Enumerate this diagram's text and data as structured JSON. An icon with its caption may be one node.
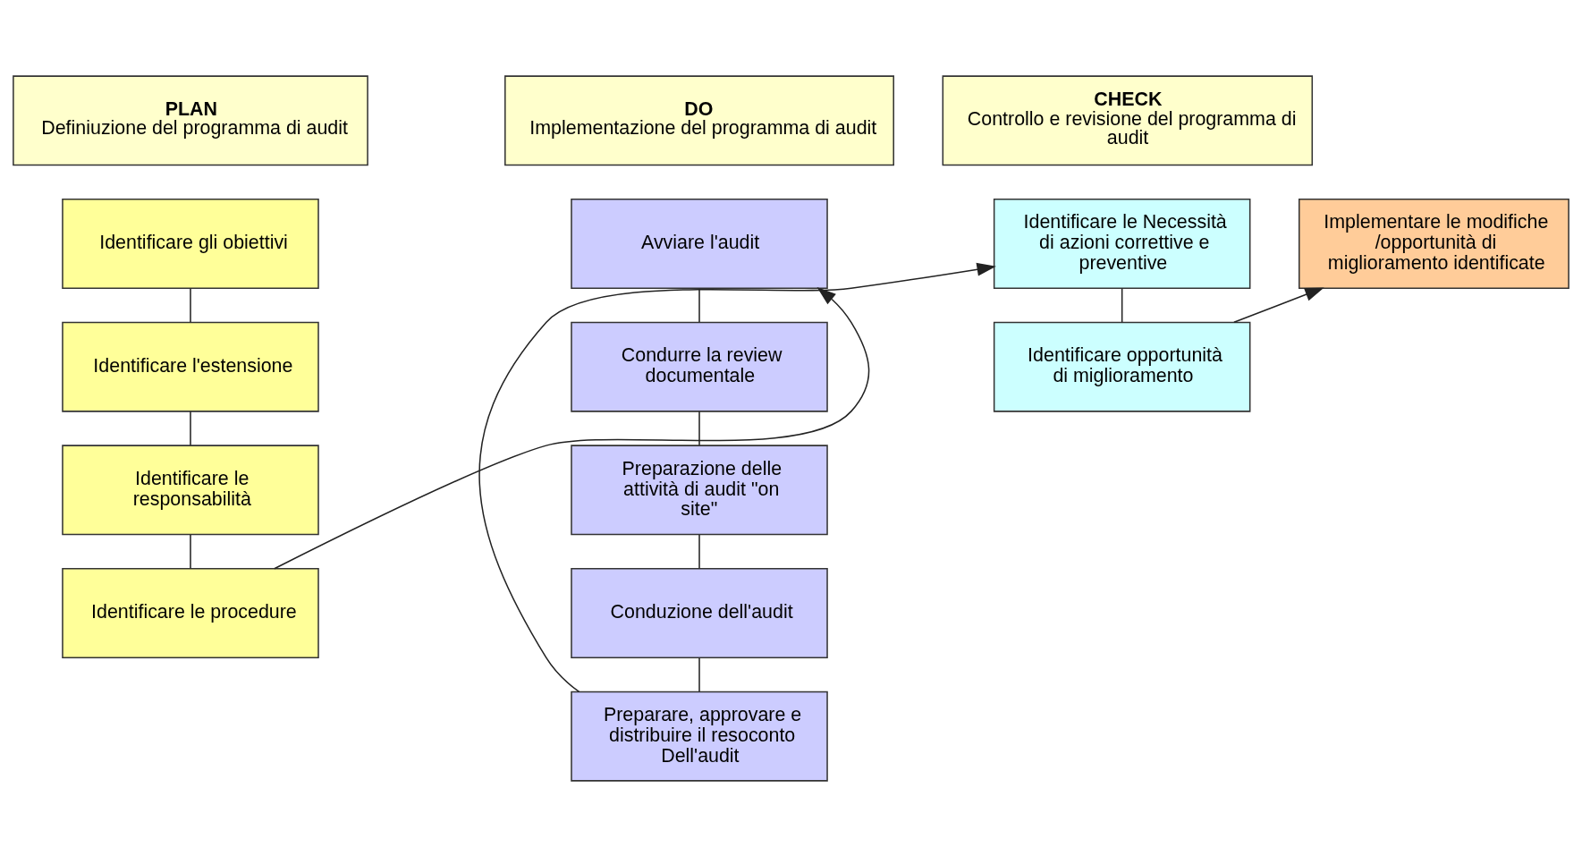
{
  "diagram": {
    "nodes": [
      {
        "text": [
          "PLAN",
          "Definiuzione del programma di audit"
        ]
      },
      {
        "text": [
          "DO",
          "Implementazione del programma di audit"
        ]
      },
      {
        "text": [
          "CHECK",
          "Controllo e revisione del programma di audit"
        ]
      },
      {
        "text": [
          "Identificare gli obiettivi"
        ]
      },
      {
        "text": [
          "Identificare l'estensione"
        ]
      },
      {
        "text": [
          "Identificare le responsabilità"
        ]
      },
      {
        "text": [
          "Identificare le procedure"
        ]
      },
      {
        "text": [
          "Avviare l'audit"
        ]
      },
      {
        "text": [
          "Condurre la review documentale"
        ]
      },
      {
        "text": [
          "Preparazione delle attività di audit \"on site\""
        ]
      },
      {
        "text": [
          "Conduzione dell'audit"
        ]
      },
      {
        "text": [
          "Preparare, approvare e distribuire il resoconto Dell'audit"
        ]
      },
      {
        "text": [
          "Identificare le Necessità di azioni correttive e preventive"
        ]
      },
      {
        "text": [
          "Identificare opportunità di miglioramento"
        ]
      },
      {
        "text": [
          "Implementare le modifiche /opportunità di miglioramento identificate"
        ]
      }
    ],
    "edges": [
      {
        "from": 3,
        "to": 4,
        "arrow": "none"
      },
      {
        "from": 4,
        "to": 5,
        "arrow": "none"
      },
      {
        "from": 5,
        "to": 6,
        "arrow": "none"
      },
      {
        "from": 6,
        "to": 7,
        "arrow": "to"
      },
      {
        "from": 7,
        "to": 8,
        "arrow": "none"
      },
      {
        "from": 8,
        "to": 9,
        "arrow": "none"
      },
      {
        "from": 9,
        "to": 10,
        "arrow": "none"
      },
      {
        "from": 10,
        "to": 11,
        "arrow": "none"
      },
      {
        "from": 11,
        "to": 12,
        "arrow": "to"
      },
      {
        "from": 12,
        "to": 13,
        "arrow": "none"
      },
      {
        "from": 13,
        "to": 14,
        "arrow": "to"
      }
    ]
  }
}
